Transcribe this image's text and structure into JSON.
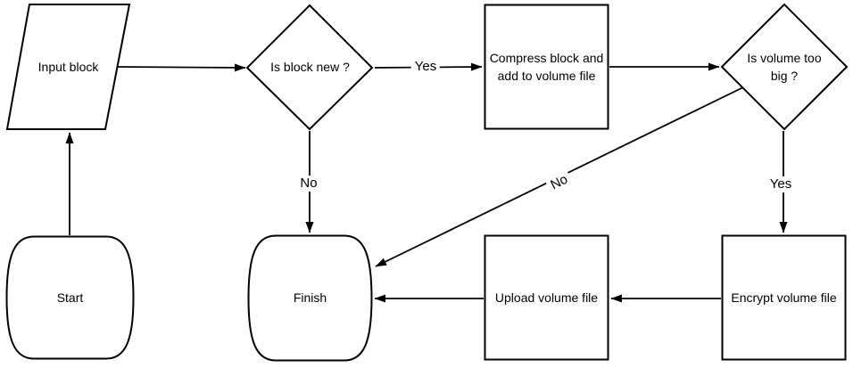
{
  "diagram": {
    "type": "flowchart",
    "colors": {
      "background": "#ffffff",
      "stroke": "#000000",
      "text": "#000000"
    },
    "nodes": {
      "start": {
        "label": "Start",
        "shape": "terminator"
      },
      "input_block": {
        "label": "Input block",
        "shape": "parallelogram"
      },
      "is_block_new": {
        "label": "Is block new ?",
        "shape": "diamond"
      },
      "compress_block": {
        "label": "Compress block and add to volume file",
        "shape": "rectangle"
      },
      "is_volume_too_big": {
        "label": "Is volume too big ?",
        "shape": "diamond"
      },
      "encrypt_volume_file": {
        "label": "Encrypt volume file",
        "shape": "rectangle"
      },
      "upload_volume_file": {
        "label": "Upload volume file",
        "shape": "rectangle"
      },
      "finish": {
        "label": "Finish",
        "shape": "terminator"
      }
    },
    "edge_labels": {
      "block_new_yes": "Yes",
      "block_new_no": "No",
      "volume_big_yes": "Yes",
      "volume_big_no": "No"
    },
    "edges": [
      {
        "from": "start",
        "to": "input_block",
        "label": ""
      },
      {
        "from": "input_block",
        "to": "is_block_new",
        "label": ""
      },
      {
        "from": "is_block_new",
        "to": "compress_block",
        "label": "Yes"
      },
      {
        "from": "is_block_new",
        "to": "finish",
        "label": "No"
      },
      {
        "from": "compress_block",
        "to": "is_volume_too_big",
        "label": ""
      },
      {
        "from": "is_volume_too_big",
        "to": "encrypt_volume_file",
        "label": "Yes"
      },
      {
        "from": "is_volume_too_big",
        "to": "finish",
        "label": "No"
      },
      {
        "from": "encrypt_volume_file",
        "to": "upload_volume_file",
        "label": ""
      },
      {
        "from": "upload_volume_file",
        "to": "finish",
        "label": ""
      }
    ]
  }
}
